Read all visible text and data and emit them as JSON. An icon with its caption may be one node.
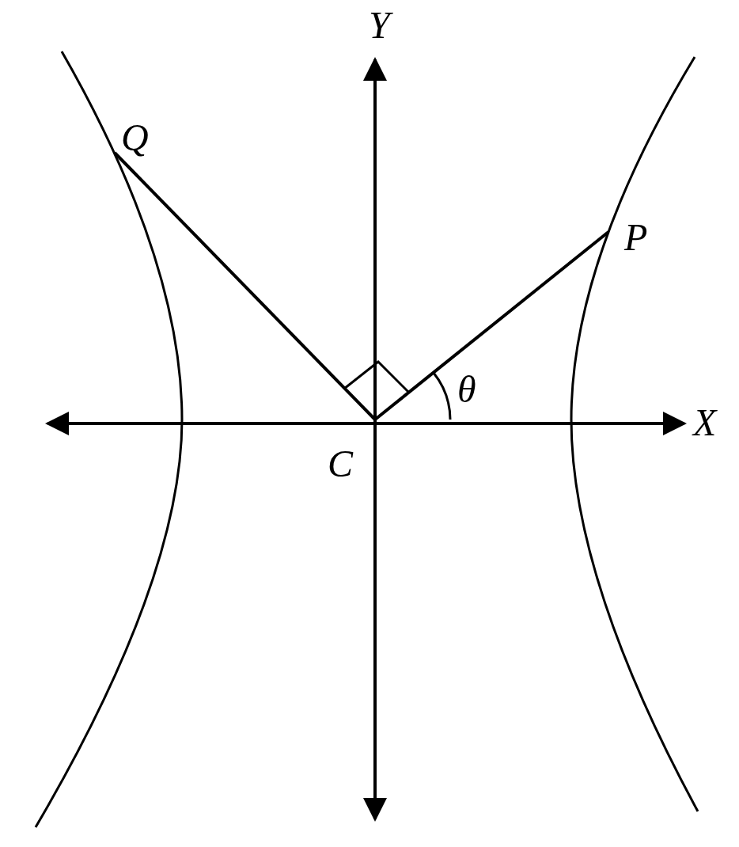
{
  "diagram": {
    "nodes": [
      {
        "text": [
          "Q"
        ]
      },
      {
        "text": [
          "P"
        ]
      },
      {
        "text": [
          "C"
        ]
      }
    ],
    "edges": [
      {
        "from": 2,
        "to": 0,
        "arrow": "none"
      },
      {
        "from": 2,
        "to": 1,
        "arrow": "none"
      }
    ],
    "labels": [
      "Y",
      "θ",
      "X"
    ]
  }
}
